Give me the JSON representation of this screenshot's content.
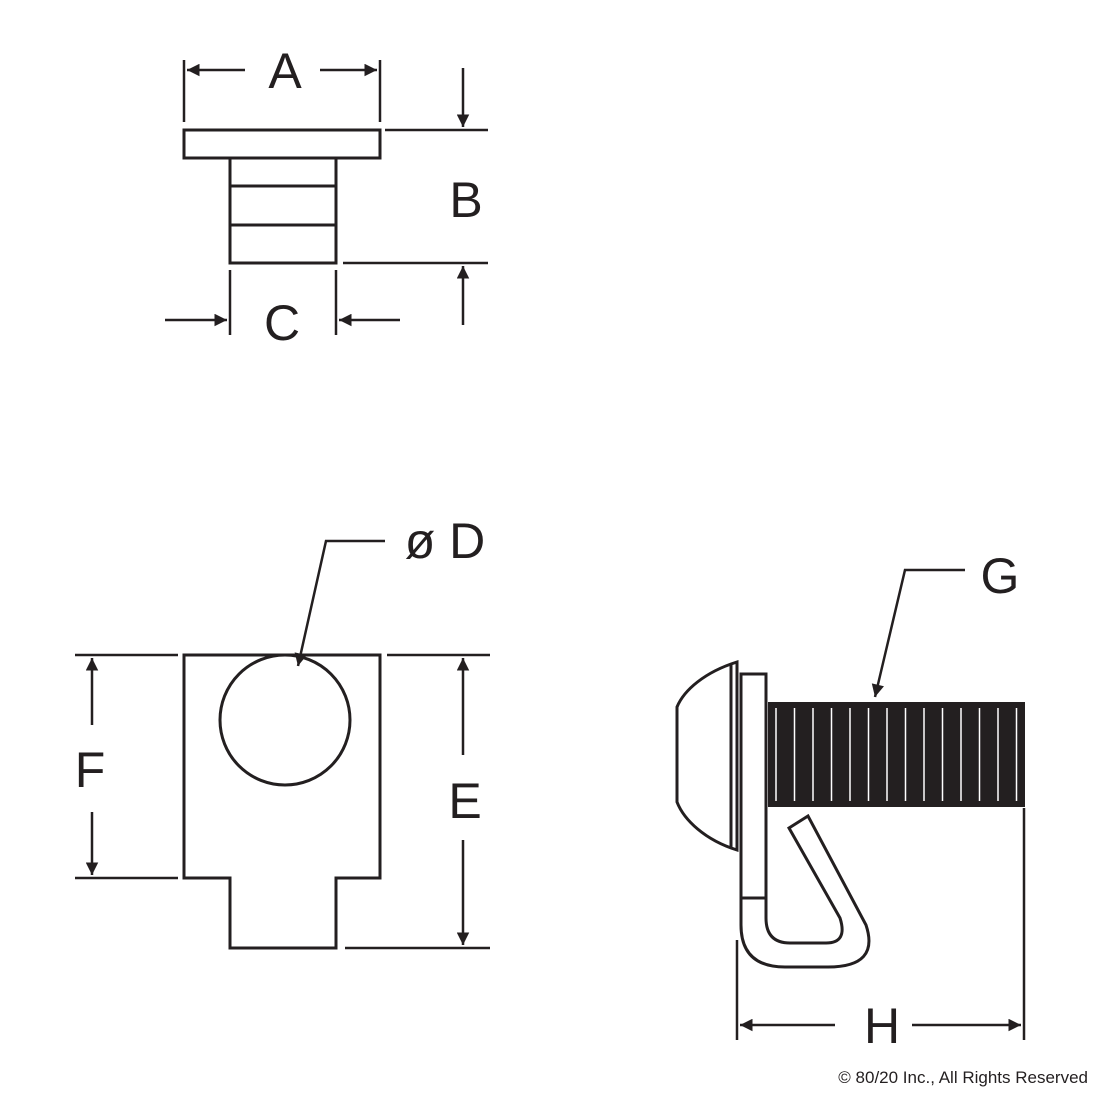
{
  "labels": {
    "a": "A",
    "b": "B",
    "c": "C",
    "d": "ø D",
    "e": "E",
    "f": "F",
    "g": "G",
    "h": "H"
  },
  "copyright": "© 80/20 Inc., All Rights Reserved",
  "colors": {
    "line": "#231f20",
    "background": "#ffffff"
  }
}
